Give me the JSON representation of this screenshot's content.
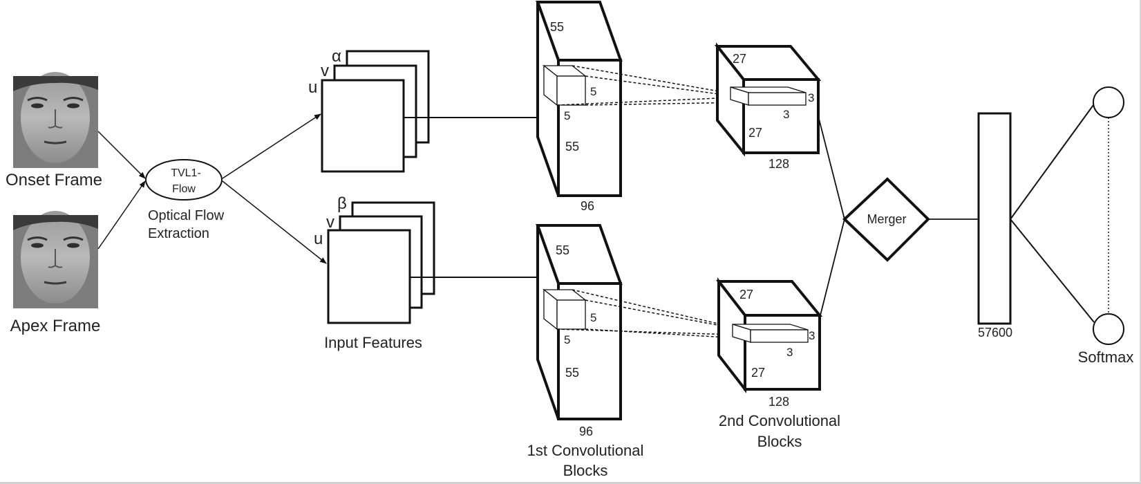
{
  "inputs": {
    "onset_label": "Onset Frame",
    "apex_label": "Apex Frame"
  },
  "flow": {
    "node_line1": "TVL1-",
    "node_line2": "Flow",
    "caption_line1": "Optical Flow",
    "caption_line2": "Extraction"
  },
  "features": {
    "top_labels": [
      "u",
      "v",
      "α"
    ],
    "bottom_labels": [
      "u",
      "v",
      "β"
    ],
    "caption": "Input Features"
  },
  "conv1": {
    "depth": "55",
    "kernel_w": "5",
    "kernel_h": "5",
    "height": "55",
    "channels": "96",
    "caption_line1": "1st Convolutional",
    "caption_line2": "Blocks"
  },
  "conv2": {
    "depth": "27",
    "kernel_w": "3",
    "kernel_h": "3",
    "height": "27",
    "channels": "128",
    "caption_line1": "2nd Convolutional",
    "caption_line2": "Blocks"
  },
  "merger": {
    "label": "Merger"
  },
  "dense": {
    "size": "57600"
  },
  "output": {
    "label": "Softmax"
  }
}
